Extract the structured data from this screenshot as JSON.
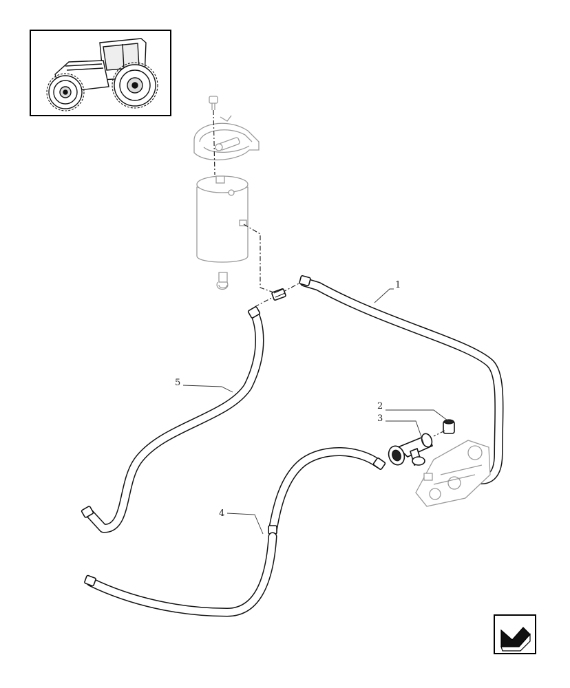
{
  "callouts": [
    {
      "id": "1",
      "label": "1"
    },
    {
      "id": "2",
      "label": "2"
    },
    {
      "id": "3",
      "label": "3"
    },
    {
      "id": "4",
      "label": "4"
    },
    {
      "id": "5",
      "label": "5"
    }
  ],
  "icons": {
    "thumbnail": "tractor-icon",
    "navigation": "back-arrow-icon"
  },
  "colors": {
    "line": "#111111",
    "ghost": "#9a9a9a",
    "background": "#ffffff"
  }
}
